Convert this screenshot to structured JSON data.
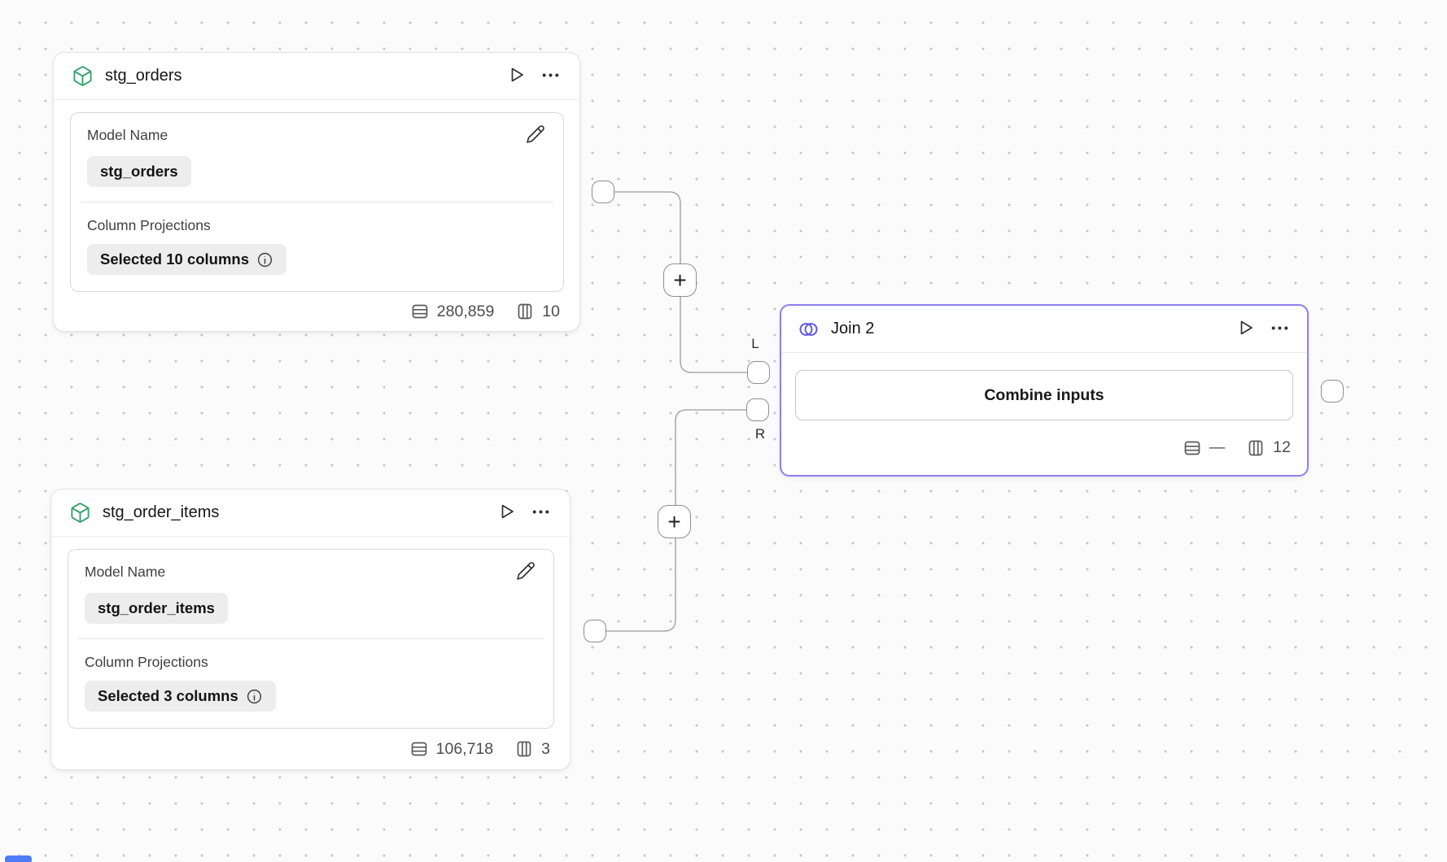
{
  "canvas": {
    "left_port_label": "L",
    "right_port_label": "R",
    "add_step_label": "+"
  },
  "nodes": {
    "stg_orders": {
      "title": "stg_orders",
      "model_name_label": "Model Name",
      "model_name_value": "stg_orders",
      "projections_label": "Column Projections",
      "projections_value": "Selected 10 columns",
      "row_count": "280,859",
      "column_count": "10"
    },
    "stg_order_items": {
      "title": "stg_order_items",
      "model_name_label": "Model Name",
      "model_name_value": "stg_order_items",
      "projections_label": "Column Projections",
      "projections_value": "Selected 3 columns",
      "row_count": "106,718",
      "column_count": "3"
    },
    "join2": {
      "title": "Join 2",
      "combine_button_label": "Combine inputs",
      "row_count": "—",
      "column_count": "12"
    }
  },
  "colors": {
    "join_accent": "#8b80f2",
    "join_icon": "#5a52e8",
    "model_icon_green": "#3aa06f",
    "edge": "#ababab",
    "partial_node_blue": "#4e7cf5"
  }
}
